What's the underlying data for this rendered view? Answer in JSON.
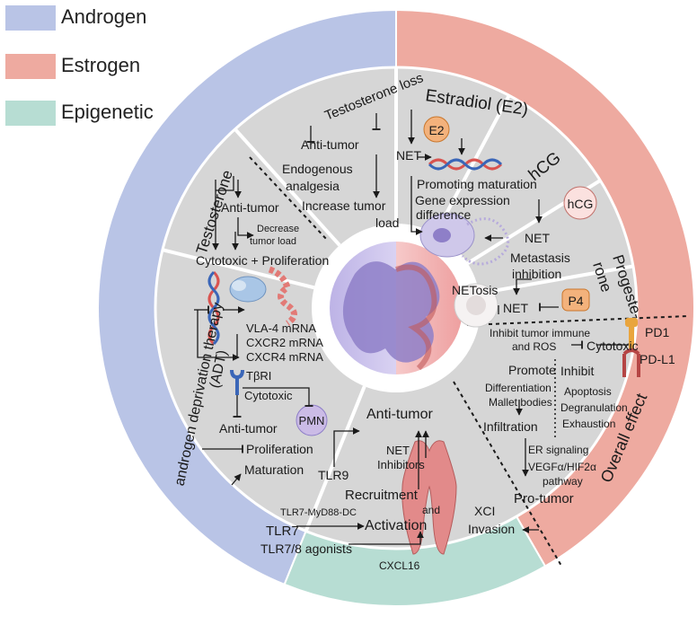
{
  "legend": {
    "items": [
      {
        "label": "Androgen",
        "color": "#b9c4e6"
      },
      {
        "label": "Estrogen",
        "color": "#eeaaa0"
      },
      {
        "label": "Epigenetic",
        "color": "#b7ddd3"
      }
    ]
  },
  "colors": {
    "inner_ring": "#d6d6d6",
    "ring_border": "#ffffff",
    "text": "#1a1a1a",
    "badge_orange": "#f3b27c",
    "badge_pink": "#fbe1df",
    "pmn_purple": "#cbbbe6",
    "dna_red": "#d9534f",
    "dna_blue": "#3a66b8"
  },
  "sectors": {
    "testosterone_loss": {
      "title": "Testosterone loss",
      "anti_tumor": "Anti-tumor",
      "endogenous": "Endogenous",
      "analgesia": "analgesia",
      "increase_tumor": "Increase tumor",
      "load": "load"
    },
    "estradiol": {
      "title": "Estradiol (E2)",
      "badge": "E2",
      "net": "NET",
      "promoting": "Promoting maturation",
      "gene_expr": "Gene expression",
      "difference": "difference"
    },
    "hcg": {
      "title": "hCG",
      "badge": "hCG",
      "net": "NET"
    },
    "progesterone": {
      "title_line1": "Progeste-",
      "title_line2": "rone",
      "metastasis": "Metastasis",
      "inhibition": "inhibition",
      "netosis": "NETosis",
      "net": "NET",
      "badge": "P4"
    },
    "testosterone": {
      "title": "Testosterone",
      "anti_tumor": "Anti-tumor",
      "decrease": "Decrease",
      "tumor_load": "tumor load",
      "cytotoxic_prolif": "Cytotoxic + Proliferation"
    },
    "adt": {
      "title_line1": "androgen deprivation therapy",
      "title_line2": "(ADT)",
      "vla4": "VLA-4 mRNA",
      "cxcr2": "CXCR2 mRNA",
      "cxcr4": "CXCR4 mRNA",
      "tbri": "TβRI",
      "cytotoxic": "Cytotoxic",
      "anti_tumor": "Anti-tumor",
      "pmn": "PMN",
      "proliferation": "Proliferation",
      "maturation": "Maturation"
    },
    "epigenetic": {
      "anti_tumor": "Anti-tumor",
      "net_inhibitors_1": "NET",
      "net_inhibitors_2": "Inhibitors",
      "tlr9": "TLR9",
      "recruitment": "Recruitment",
      "and": "and",
      "activation": "Activation",
      "tlr7": "TLR7",
      "tlr7_pathway": "TLR7-MyD88-DC",
      "tlr78_agonists": "TLR7/8 agonists",
      "cxcl16": "CXCL16",
      "xci": "XCI",
      "invasion": "Invasion"
    },
    "overall": {
      "ring_label": "Overall effect",
      "pd1": "PD1",
      "pdl1": "PD-L1",
      "inhibit_immune": "Inhibit tumor immune",
      "and_ros": "and ROS",
      "cytotoxic": "Cytotoxic",
      "promote": "Promote",
      "inhibit": "Inhibit",
      "differentiation": "Differentiation",
      "mallet": "Mallet bodies",
      "apoptosis": "Apoptosis",
      "degranulation": "Degranulation",
      "exhaustion": "Exhaustion",
      "infiltration": "Infiltration",
      "er_signaling": "ER signaling",
      "vegf": "VEGFα/HIF2α",
      "pathway": "pathway",
      "pro_tumor": "Pro-tumor"
    }
  }
}
